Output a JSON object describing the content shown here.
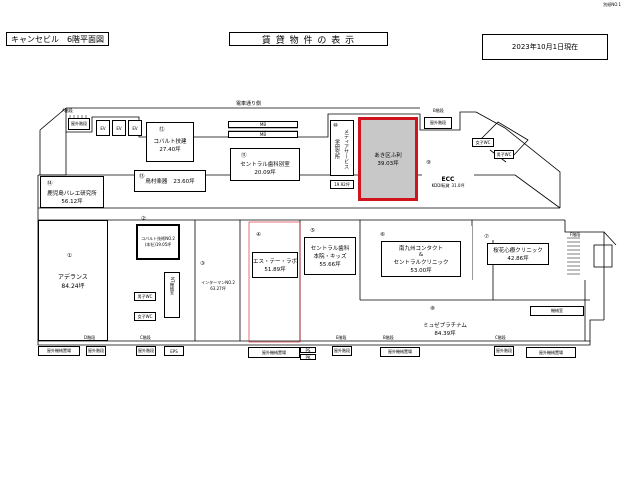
{
  "header": {
    "page_ref": "別紙NO.1",
    "title_left": "キャンセビル　6階平面図",
    "title_center": "賃 貸 物 件 の 表 示",
    "date": "2023年10月1日現在"
  },
  "street": "電車通り側",
  "stairs": {
    "a": "A階段",
    "b": "B階段",
    "c": "C階段",
    "d": "D階段",
    "e": "E階段",
    "f": "F階段"
  },
  "tenants": [
    {
      "num": "①",
      "name": "アデランス",
      "area": "84.24坪"
    },
    {
      "num": "②",
      "name": "コバルト技術NO.2",
      "area": "(本社)19.05坪"
    },
    {
      "num": "③",
      "name": "インターマンNO.2",
      "area": "63.27坪"
    },
    {
      "num": "④",
      "name": "エス・テー・ラボ",
      "area": "51.89坪"
    },
    {
      "num": "⑤",
      "name": "セントラル歯科",
      "name2": "本院・キッズ",
      "area": "55.66坪"
    },
    {
      "num": "⑥",
      "name": "南九州コンタクト",
      "amp": "&",
      "name2": "セントラルクリニック",
      "area": "53.00坪"
    },
    {
      "num": "⑦",
      "name": "桜花心療クリニック",
      "area": "42.86坪"
    },
    {
      "num": "⑧",
      "name": "ミュゼプラチナム",
      "area": "84.39坪"
    },
    {
      "num": "⑨",
      "name": "ECC",
      "name2": "KDDI転貸",
      "area": "31.0坪"
    },
    {
      "num": "⑩",
      "name": "メディアサービス",
      "name2": "学研究所",
      "area": "19.92坪"
    },
    {
      "num": "⑪",
      "name": "セントラル歯科別室",
      "area": "20.09坪"
    },
    {
      "num": "⑫",
      "name": "コバルト技建",
      "area": "27.40坪"
    },
    {
      "num": "⑬",
      "name": "鳥村楽器",
      "area": "23.60坪"
    },
    {
      "num": "⑭",
      "name": "鹿児島バレエ研究所",
      "area": "56.12坪"
    }
  ],
  "vacant": {
    "name": "あき区ふ利",
    "area": "39.03坪"
  },
  "facilities": {
    "ev": "EV",
    "men_wc": "男子WC",
    "women_wc": "女子WC",
    "machine": "機械室",
    "outdoor_fire": "屋外機械置場",
    "ps": "PS",
    "pk": "PK",
    "eps": "EPS",
    "nt": "NT機械室",
    "shaft": "MB",
    "ind": "屋外階段",
    "corridor_ev": "EV"
  }
}
